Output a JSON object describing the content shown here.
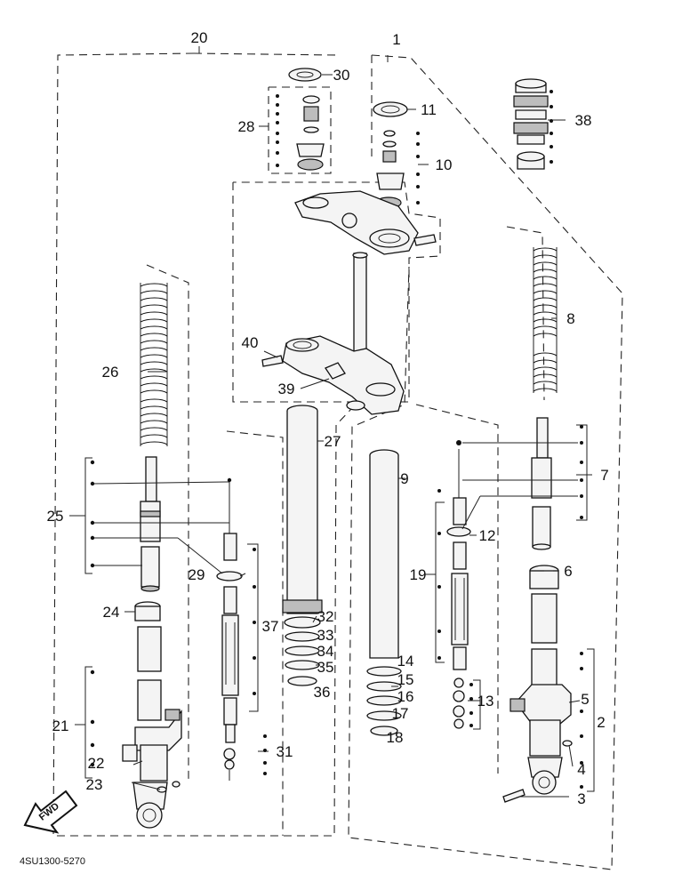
{
  "diagram": {
    "callouts": [
      "1",
      "2",
      "3",
      "4",
      "5",
      "6",
      "7",
      "8",
      "9",
      "10",
      "11",
      "12",
      "13",
      "14",
      "15",
      "16",
      "17",
      "18",
      "19",
      "20",
      "21",
      "22",
      "23",
      "24",
      "25",
      "26",
      "27",
      "28",
      "29",
      "30",
      "31",
      "32",
      "33",
      "34",
      "35",
      "36",
      "37",
      "38",
      "39",
      "40"
    ],
    "fwd_label": "FWD",
    "figure_code": "4SU1300-5270"
  }
}
